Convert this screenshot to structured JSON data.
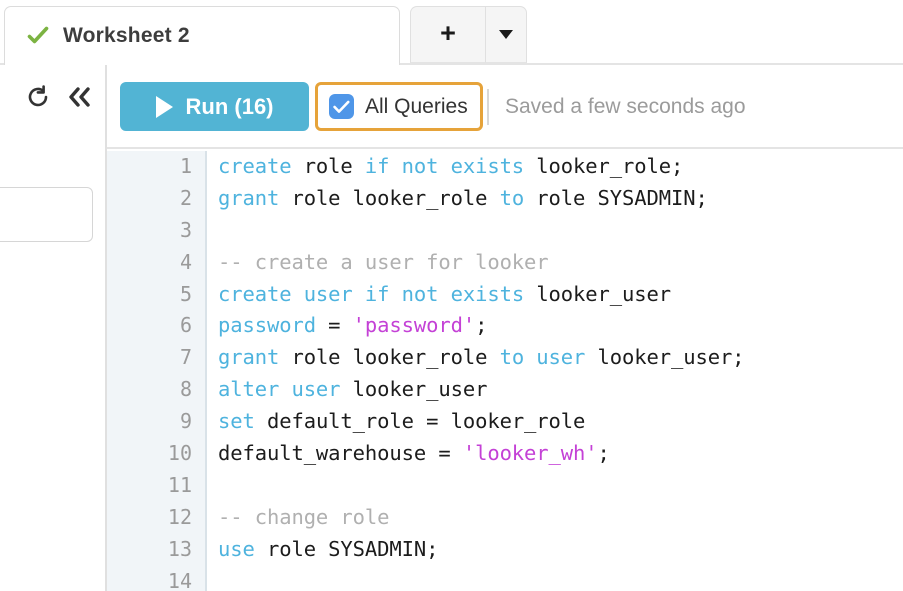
{
  "tabs": {
    "worksheet": {
      "label": "Worksheet 2",
      "status_icon": "check-icon",
      "status_color": "#7cb342"
    },
    "new_tab_label": "+",
    "menu_icon": "caret-down-icon"
  },
  "left_rail": {
    "refresh_icon": "refresh-icon",
    "collapse_icon": "double-chevron-left-icon",
    "search_input_value": ""
  },
  "toolbar": {
    "run_label": "Run (16)",
    "run_icon": "play-icon",
    "run_color": "#52b4d4",
    "all_queries_label": "All Queries",
    "all_queries_checked": true,
    "checkbox_color": "#4f96e8",
    "focus_ring_color": "#e6a33a",
    "saved_text": "Saved a few seconds ago"
  },
  "editor": {
    "language": "sql",
    "line_numbers": [
      "1",
      "2",
      "3",
      "4",
      "5",
      "6",
      "7",
      "8",
      "9",
      "10",
      "11",
      "12",
      "13",
      "14"
    ],
    "lines": [
      {
        "n": "1",
        "tokens": [
          {
            "t": "create",
            "c": "kw"
          },
          {
            "t": " role ",
            "c": ""
          },
          {
            "t": "if not exists",
            "c": "kw"
          },
          {
            "t": " looker_role;",
            "c": ""
          }
        ]
      },
      {
        "n": "2",
        "tokens": [
          {
            "t": "grant",
            "c": "kw"
          },
          {
            "t": " role looker_role ",
            "c": ""
          },
          {
            "t": "to",
            "c": "kw"
          },
          {
            "t": " role SYSADMIN;",
            "c": ""
          }
        ]
      },
      {
        "n": "3",
        "tokens": []
      },
      {
        "n": "4",
        "tokens": [
          {
            "t": "-- create a user for looker",
            "c": "cmt"
          }
        ]
      },
      {
        "n": "5",
        "tokens": [
          {
            "t": "create user",
            "c": "kw"
          },
          {
            "t": " ",
            "c": ""
          },
          {
            "t": "if not exists",
            "c": "kw"
          },
          {
            "t": " looker_user",
            "c": ""
          }
        ]
      },
      {
        "n": "6",
        "tokens": [
          {
            "t": "password",
            "c": "kw"
          },
          {
            "t": " = ",
            "c": ""
          },
          {
            "t": "'password'",
            "c": "str"
          },
          {
            "t": ";",
            "c": ""
          }
        ]
      },
      {
        "n": "7",
        "tokens": [
          {
            "t": "grant",
            "c": "kw"
          },
          {
            "t": " role looker_role ",
            "c": ""
          },
          {
            "t": "to user",
            "c": "kw"
          },
          {
            "t": " looker_user;",
            "c": ""
          }
        ]
      },
      {
        "n": "8",
        "tokens": [
          {
            "t": "alter user",
            "c": "kw"
          },
          {
            "t": " looker_user",
            "c": ""
          }
        ]
      },
      {
        "n": "9",
        "tokens": [
          {
            "t": "set",
            "c": "kw"
          },
          {
            "t": " default_role = looker_role",
            "c": ""
          }
        ]
      },
      {
        "n": "10",
        "tokens": [
          {
            "t": "default_warehouse = ",
            "c": ""
          },
          {
            "t": "'looker_wh'",
            "c": "str"
          },
          {
            "t": ";",
            "c": ""
          }
        ]
      },
      {
        "n": "11",
        "tokens": []
      },
      {
        "n": "12",
        "tokens": [
          {
            "t": "-- change role",
            "c": "cmt"
          }
        ]
      },
      {
        "n": "13",
        "tokens": [
          {
            "t": "use",
            "c": "kw"
          },
          {
            "t": " role SYSADMIN;",
            "c": ""
          }
        ]
      },
      {
        "n": "14",
        "tokens": []
      }
    ],
    "syntax_colors": {
      "keyword": "#4eb3de",
      "string": "#c441d6",
      "comment": "#b0b0b0",
      "plain": "#1c1c1c"
    }
  }
}
